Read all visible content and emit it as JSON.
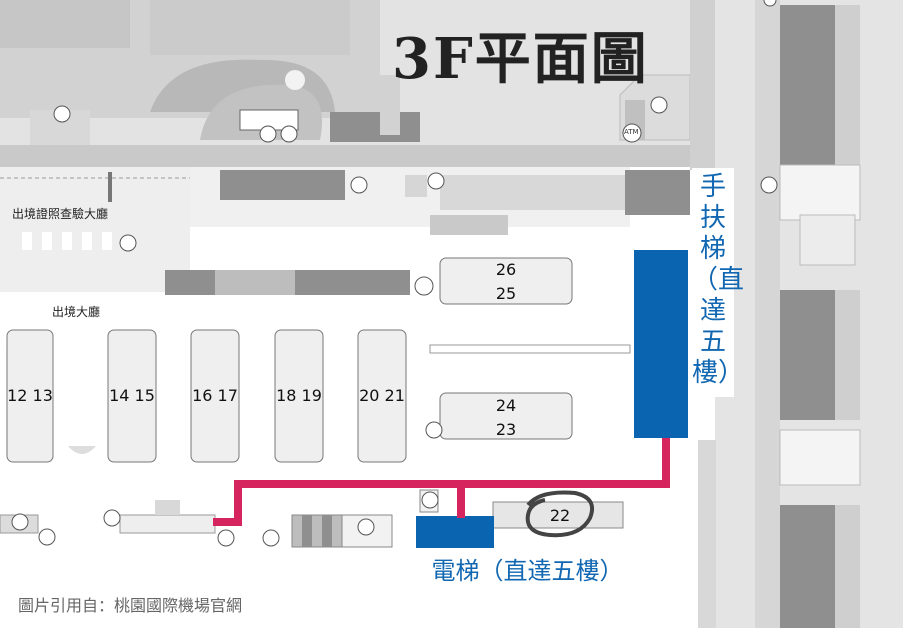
{
  "title": "3F平面圖",
  "areas": {
    "passport_hall": "出境證照查驗大廳",
    "departure_hall": "出境大廳"
  },
  "gates": {
    "g12_13": "12 13",
    "g14_15": "14 15",
    "g16_17": "16 17",
    "g18_19": "18 19",
    "g20_21": "20 21",
    "g26": "26",
    "g25": "25",
    "g24": "24",
    "g23": "23",
    "g22": "22"
  },
  "atm_label": "ATM",
  "escalator_label": "手扶梯（直達五樓）",
  "elevator_label": "電梯（直達五樓）",
  "source": "圖片引用自：桃園國際機場官網",
  "colors": {
    "route": "#d6245e",
    "escalator_elevator": "#0a64b0",
    "label_text": "#1167b1",
    "corridor": "#c9c9c9",
    "building": "#bdbdbd",
    "dark_block": "#8f8f8f"
  },
  "icons": [
    "restroom-icon",
    "escalator-icon",
    "atm-icon",
    "circle-mark-icon"
  ]
}
